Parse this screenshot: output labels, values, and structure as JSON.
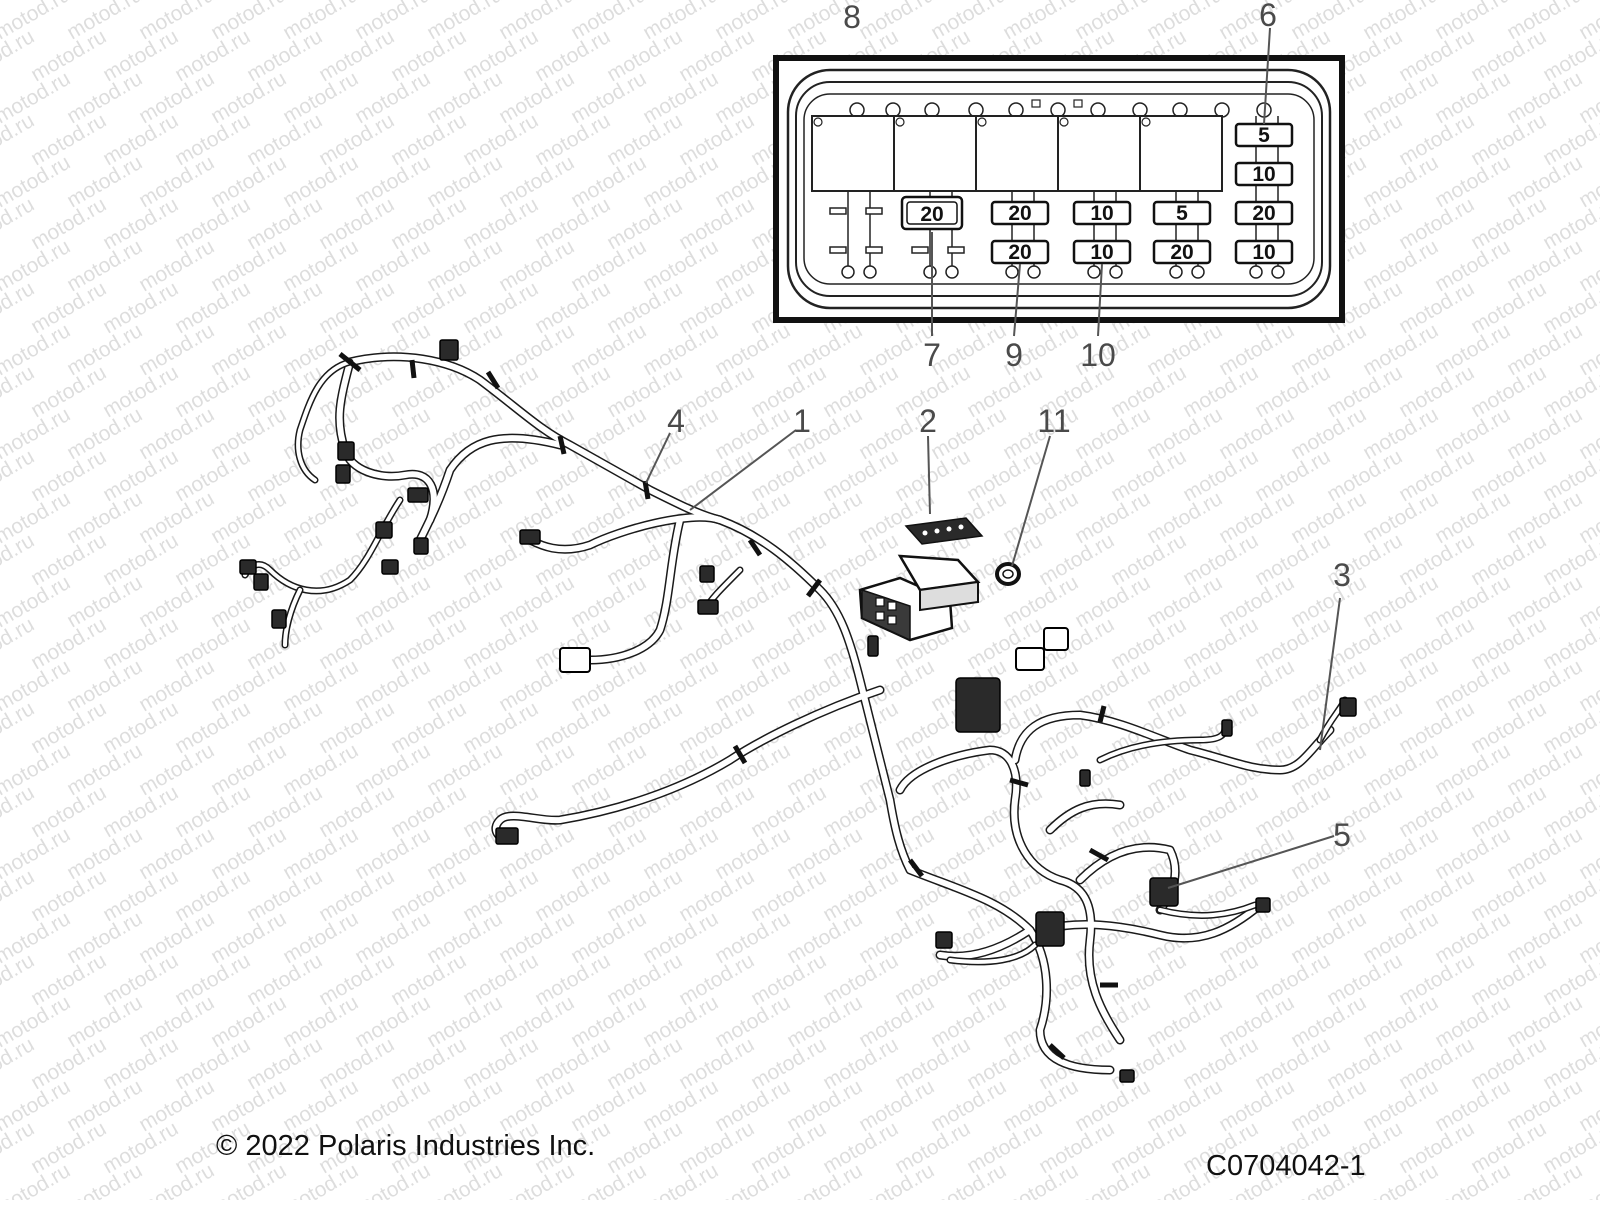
{
  "watermark_text": "motod.ru",
  "copyright": "© 2022 Polaris Industries Inc.",
  "figure_id": "C0704042-1",
  "callouts": {
    "c1": "1",
    "c2": "2",
    "c3": "3",
    "c4": "4",
    "c5": "5",
    "c6": "6",
    "c7": "7",
    "c8": "8",
    "c9": "9",
    "c10": "10",
    "c11": "11"
  },
  "fuse_box": {
    "right_column": [
      "5",
      "10",
      "20",
      "10"
    ],
    "row_top": [
      "20",
      "20",
      "10",
      "5"
    ],
    "row_bottom": [
      "20",
      "10",
      "20"
    ]
  },
  "colors": {
    "line": "#1a1a1a",
    "callout_text": "#4a4a4a",
    "watermark": "#000000"
  },
  "icons": [
    "wire-harness-icon",
    "fuse-box-icon",
    "connector-icon",
    "grommet-icon"
  ]
}
